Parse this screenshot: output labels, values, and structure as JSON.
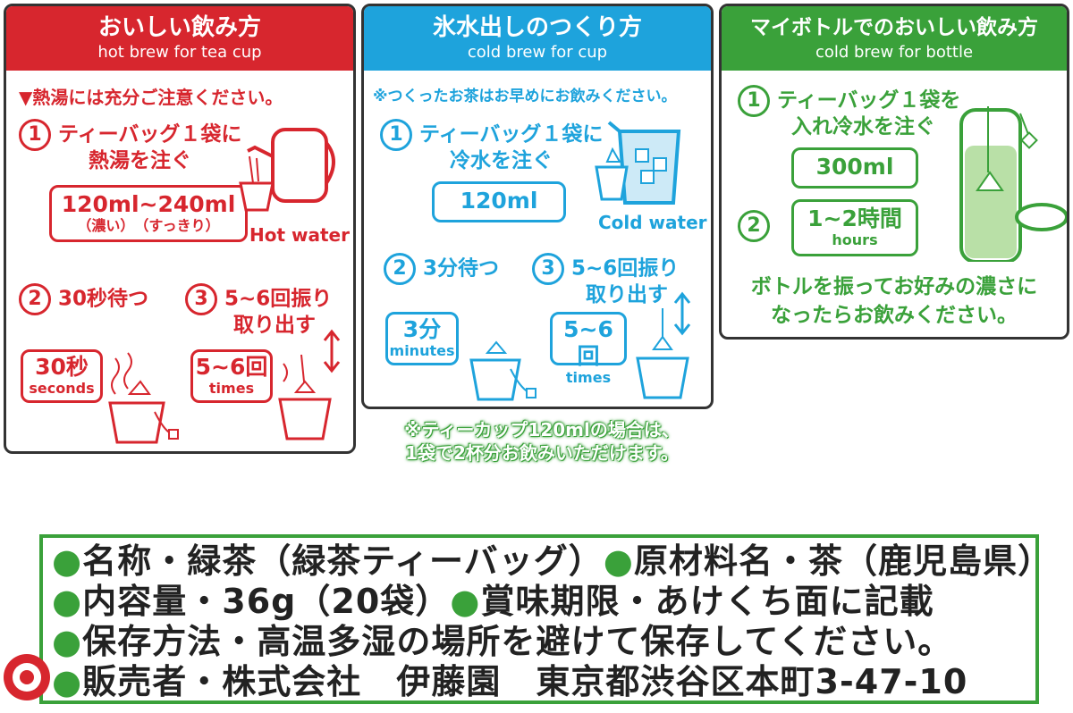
{
  "hot": {
    "title": "おいしい飲み方",
    "subtitle": "hot brew for tea cup",
    "caution": "▼熱湯には充分ご注意ください。",
    "step1": {
      "num": "1",
      "line1": "ティーバッグ１袋に",
      "line2": "熱湯を注ぐ"
    },
    "amount": {
      "value": "120ml~240ml",
      "note": "（濃い）　（すっきり）"
    },
    "hot_water_label": "Hot water",
    "step2": {
      "num": "2",
      "text": "30秒待つ"
    },
    "step3": {
      "num": "3",
      "line1": "5~6回振り",
      "line2": "取り出す"
    },
    "wait_box": {
      "value": "30秒",
      "unit": "seconds"
    },
    "shake_box": {
      "value": "5~6回",
      "unit": "times"
    }
  },
  "cold": {
    "title": "氷水出しのつくり方",
    "subtitle": "cold brew for cup",
    "note": "※つくったお茶はお早めにお飲みください。",
    "step1": {
      "num": "1",
      "line1": "ティーバッグ１袋に",
      "line2": "冷水を注ぐ"
    },
    "amount": "120ml",
    "cold_water_label": "Cold water",
    "step2": {
      "num": "2",
      "text": "3分待つ"
    },
    "step3": {
      "num": "3",
      "line1": "5~6回振り",
      "line2": "取り出す"
    },
    "wait_box": {
      "value": "3分",
      "unit": "minutes"
    },
    "shake_box": {
      "value": "5~6回",
      "unit": "times"
    },
    "footnote_line1": "※ティーカップ120mlの場合は、",
    "footnote_line2": "1袋で2杯分お飲みいただけます。"
  },
  "bottle": {
    "title": "マイボトルでのおいしい飲み方",
    "subtitle": "cold brew for bottle",
    "step1": {
      "num": "1",
      "line1": "ティーバッグ１袋を",
      "line2": "入れ冷水を注ぐ"
    },
    "amount": "300ml",
    "step2": {
      "num": "2",
      "value": "1~2時間",
      "unit": "hours"
    },
    "instruction_line1": "ボトルを振ってお好みの濃さに",
    "instruction_line2": "なったらお飲みください。"
  },
  "label": {
    "lines": [
      "●名称・緑茶（緑茶ティーバッグ）●原材料名・茶（鹿児島県）",
      "●内容量・36g（20袋）●賞味期限・あけくち面に記載",
      "●保存方法・高温多湿の場所を避けて保存してください。",
      "●販売者・株式会社　伊藤園　東京都渋谷区本町3-47-10"
    ]
  },
  "colors": {
    "red": "#d7262e",
    "blue": "#1ea3dc",
    "green": "#3aa13a"
  }
}
